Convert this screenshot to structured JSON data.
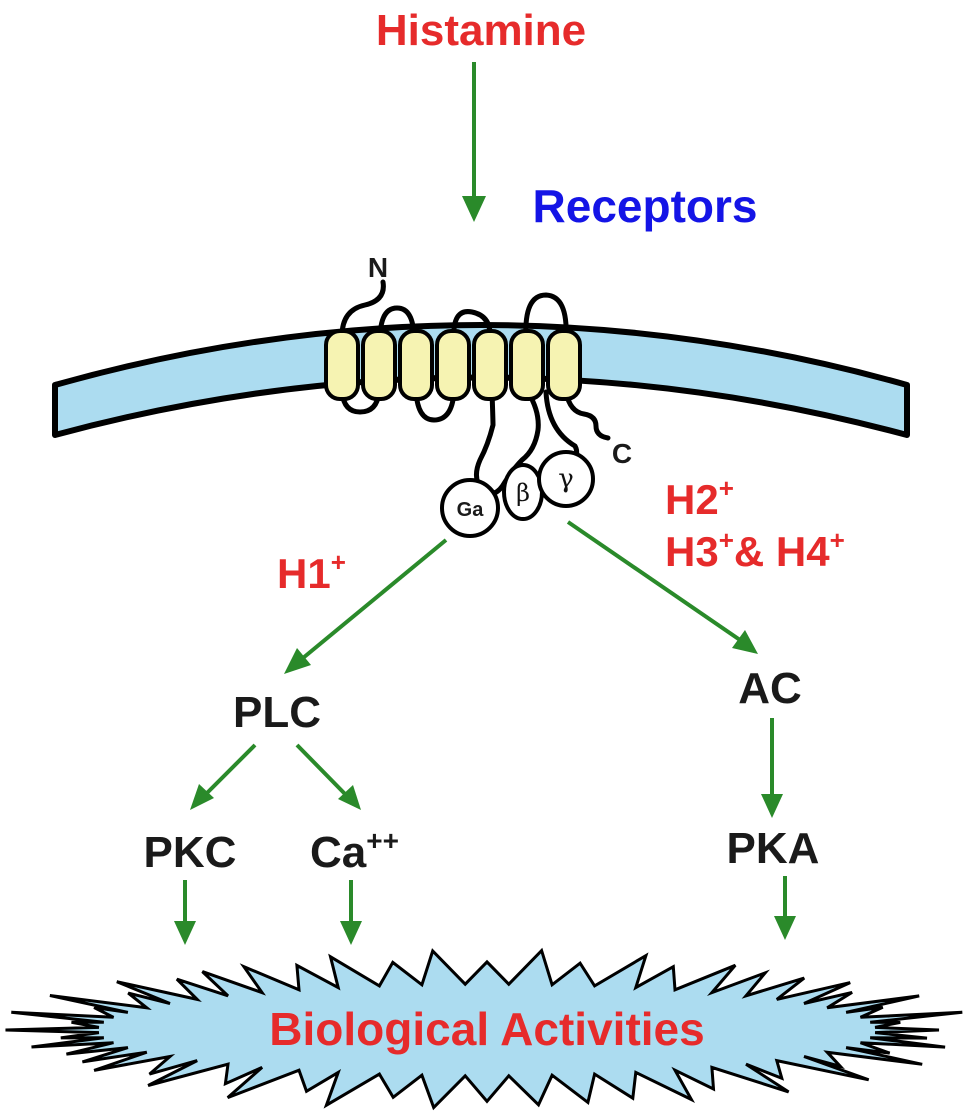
{
  "colors": {
    "arrow": "#2a8a2a",
    "ligand_text": "#e62b2b",
    "receptor_text": "#1414e6",
    "node_text": "#1a1a1a",
    "membrane": "#acdcf0",
    "helix": "#f6f3b2",
    "burst": "#acdcf0"
  },
  "labels": {
    "ligand": "Histamine",
    "receptors": "Receptors",
    "n_terminus": "N",
    "c_terminus": "C",
    "g_alpha": "Ga",
    "g_beta": "β",
    "g_gamma": "γ",
    "h1": "H1",
    "h1_sup": "+",
    "h2": "H2",
    "h2_sup": "+",
    "h3": "H3",
    "h3_sup": "+",
    "h3_h4_joiner": "& H4",
    "h4_sup": "+",
    "plc": "PLC",
    "ac": "AC",
    "pkc": "PKC",
    "ca": "Ca",
    "ca_sup": "++",
    "pka": "PKA",
    "outcome": "Biological Activities"
  }
}
